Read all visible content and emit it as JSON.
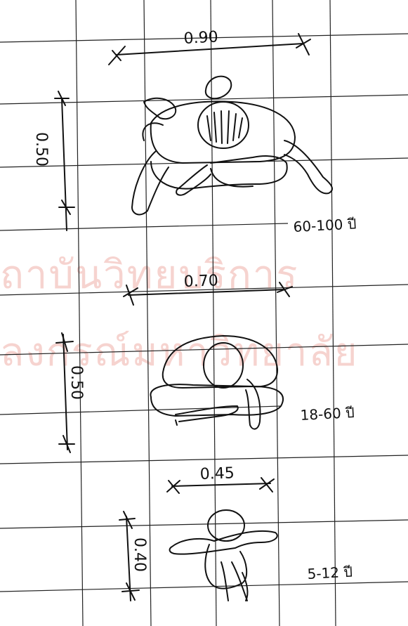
{
  "watermark": {
    "lines": [
      "ถาบันวิทยบริการ",
      "ลงกรณ์มหาวิทยาลัย"
    ],
    "color": "#f6d3cf"
  },
  "figures": [
    {
      "id": "elder",
      "width_label": "0.90",
      "depth_label": "0.50",
      "age_label": "60-100 ปี"
    },
    {
      "id": "adult",
      "width_label": "0.70",
      "depth_label": "0.50",
      "age_label": "18-60 ปี"
    },
    {
      "id": "child",
      "width_label": "0.45",
      "depth_label": "0.40",
      "age_label": "5-12 ปี"
    }
  ],
  "ink_color": "#111111",
  "grid_color": "#222222"
}
